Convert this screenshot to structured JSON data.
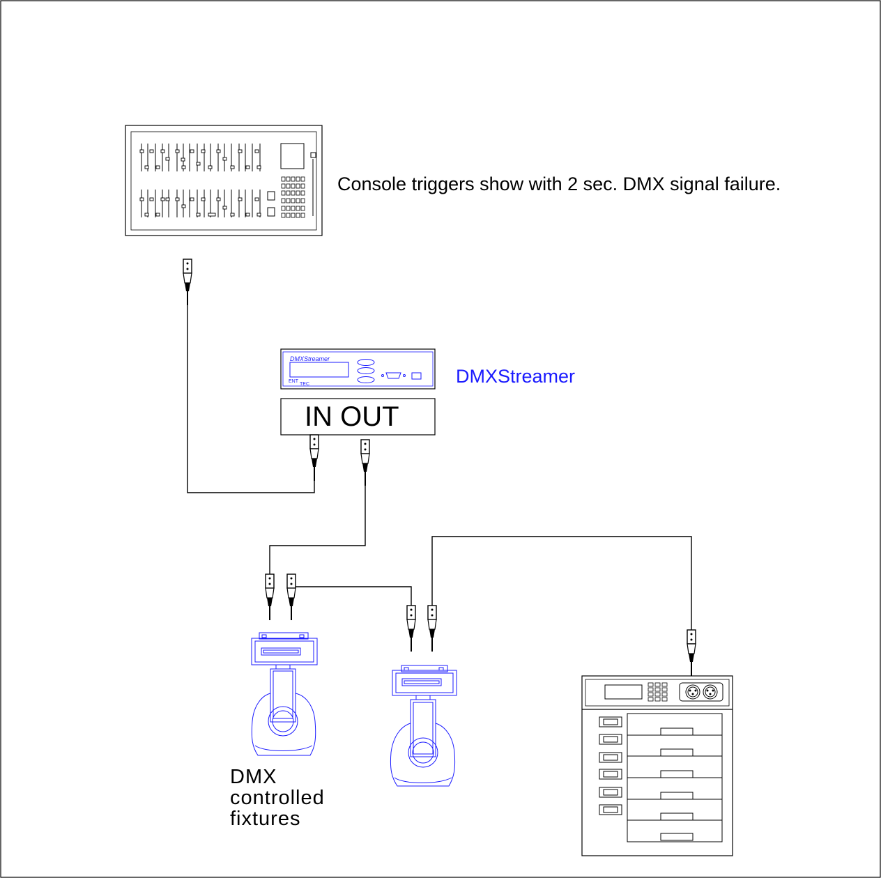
{
  "diagram": {
    "console_caption": "Console triggers show with 2 sec. DMX signal failure.",
    "streamer_label": "DMXStreamer",
    "streamer_panel_text": "DMXStreamer",
    "streamer_brand_left": "ENT",
    "streamer_brand_right": "TEC",
    "ports_label": "IN OUT",
    "fixtures_label": [
      "DMX",
      "controlled",
      "fixtures"
    ]
  },
  "colors": {
    "line": "#000000",
    "device_blue": "#1a1aff"
  }
}
